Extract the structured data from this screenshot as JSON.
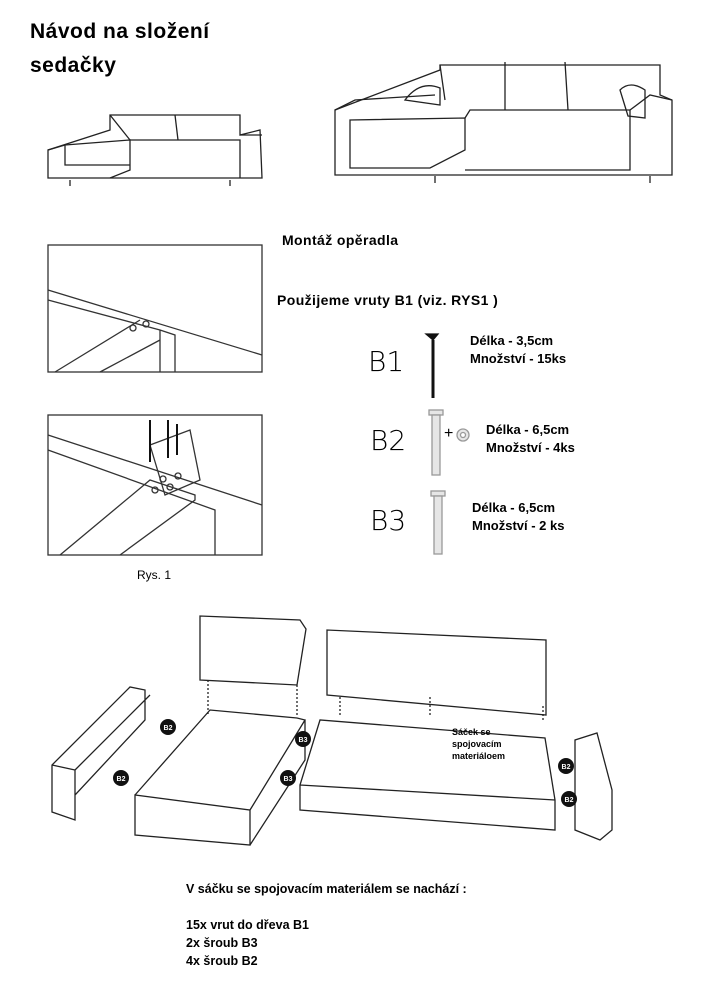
{
  "title": {
    "line1": "Návod na složení",
    "line2": "sedačky"
  },
  "section": {
    "heading": "Montáž opěradla",
    "instruction": "Použijeme vruty B1 (viz. RYS1 )"
  },
  "figure_caption": "Rys. 1",
  "fasteners": [
    {
      "code": "B1",
      "length": "Délka - 3,5cm",
      "quantity": "Množství - 15ks",
      "plus": ""
    },
    {
      "code": "B2",
      "length": "Délka - 6,5cm",
      "quantity": "Množství - 4ks",
      "plus": "+"
    },
    {
      "code": "B3",
      "length": "Délka - 6,5cm",
      "quantity": "Množství - 2 ks",
      "plus": ""
    }
  ],
  "diagram": {
    "badges": [
      "B2",
      "B2",
      "B3",
      "B3",
      "B2",
      "B2"
    ],
    "bag_label": {
      "line1": "Sáček se",
      "line2": "spojovacím",
      "line3": "materiáloem"
    }
  },
  "contents": {
    "heading": "V sáčku se spojovacím materiálem se nachází :",
    "items": [
      "15x vrut do dřeva B1",
      "2x šroub B3",
      "4x šroub B2"
    ]
  }
}
